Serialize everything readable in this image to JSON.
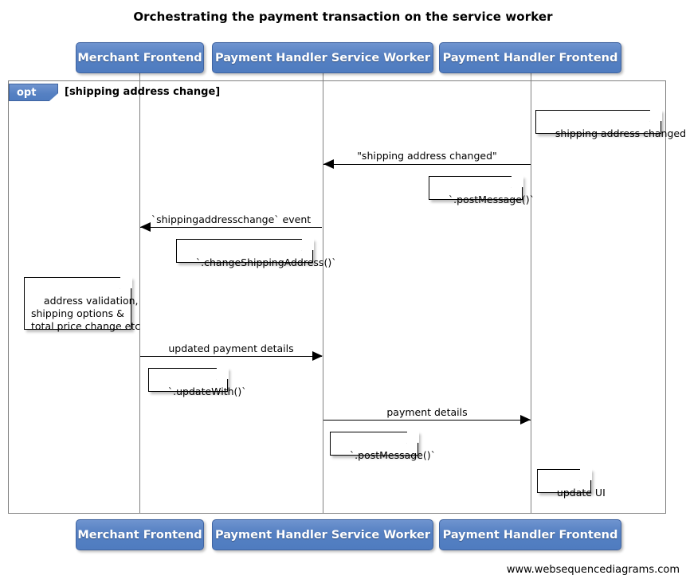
{
  "diagram": {
    "title": "Orchestrating the payment transaction on the service worker",
    "type": "uml-sequence-diagram",
    "watermark": "www.websequencediagrams.com",
    "colors": {
      "participant_fill": "#5580c2",
      "participant_border": "#3f63a0",
      "participant_text": "#ffffff",
      "fragment_border": "#808080",
      "lifeline": "#808080",
      "note_fill": "#ffffff",
      "note_border": "#000000",
      "arrow": "#000000",
      "background": "#ffffff"
    }
  },
  "participants": [
    {
      "id": "merchant-frontend",
      "label": "Merchant Frontend"
    },
    {
      "id": "payment-handler-service-worker",
      "label": "Payment Handler Service Worker"
    },
    {
      "id": "payment-handler-frontend",
      "label": "Payment Handler Frontend"
    }
  ],
  "fragment": {
    "operator": "opt",
    "guard": "[shipping address change]"
  },
  "messages": [
    {
      "label": "\"shipping address changed\"",
      "from": "payment-handler-frontend",
      "to": "payment-handler-service-worker",
      "direction": "left"
    },
    {
      "label": "`shippingaddresschange` event",
      "from": "payment-handler-service-worker",
      "to": "merchant-frontend",
      "direction": "left"
    },
    {
      "label": "updated payment details",
      "from": "merchant-frontend",
      "to": "payment-handler-service-worker",
      "direction": "right"
    },
    {
      "label": "payment details",
      "from": "payment-handler-service-worker",
      "to": "payment-handler-frontend",
      "direction": "right"
    }
  ],
  "notes": [
    {
      "id": "note-shipping-address-changed",
      "text": "shipping address changed"
    },
    {
      "id": "note-post-message-1",
      "text": "`.postMessage()`"
    },
    {
      "id": "note-change-shipping-address",
      "text": "`.changeShippingAddress()`"
    },
    {
      "id": "note-address-validation",
      "text": "address validation,\nshipping options &\ntotal price change etc"
    },
    {
      "id": "note-update-with",
      "text": "`.updateWith()`"
    },
    {
      "id": "note-post-message-2",
      "text": "`.postMessage()`"
    },
    {
      "id": "note-update-ui",
      "text": "update UI"
    }
  ]
}
